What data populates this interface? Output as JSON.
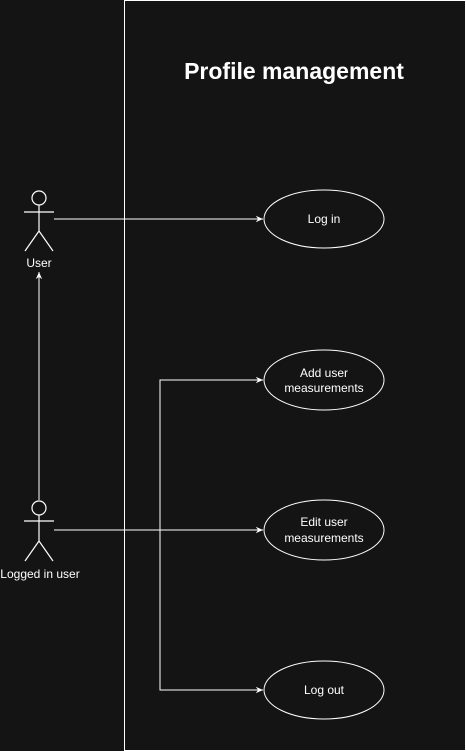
{
  "diagram": {
    "system_boundary": {
      "title": "Profile management"
    },
    "actors": [
      {
        "id": "user",
        "label": "User"
      },
      {
        "id": "logged_in_user",
        "label": "Logged in user"
      }
    ],
    "use_cases": [
      {
        "id": "login",
        "lines": [
          "Log in"
        ]
      },
      {
        "id": "add_measurements",
        "lines": [
          "Add user",
          "measurements"
        ]
      },
      {
        "id": "edit_measurements",
        "lines": [
          "Edit user",
          "measurements"
        ]
      },
      {
        "id": "logout",
        "lines": [
          "Log out"
        ]
      }
    ],
    "relations": [
      {
        "from": "user",
        "to": "login",
        "kind": "association"
      },
      {
        "from": "logged_in_user",
        "to": "add_measurements",
        "kind": "association"
      },
      {
        "from": "logged_in_user",
        "to": "edit_measurements",
        "kind": "association"
      },
      {
        "from": "logged_in_user",
        "to": "logout",
        "kind": "association"
      },
      {
        "from": "logged_in_user",
        "to": "user",
        "kind": "generalization"
      }
    ]
  },
  "colors": {
    "background": "#141414",
    "stroke": "#ffffff",
    "text": "#ffffff"
  }
}
